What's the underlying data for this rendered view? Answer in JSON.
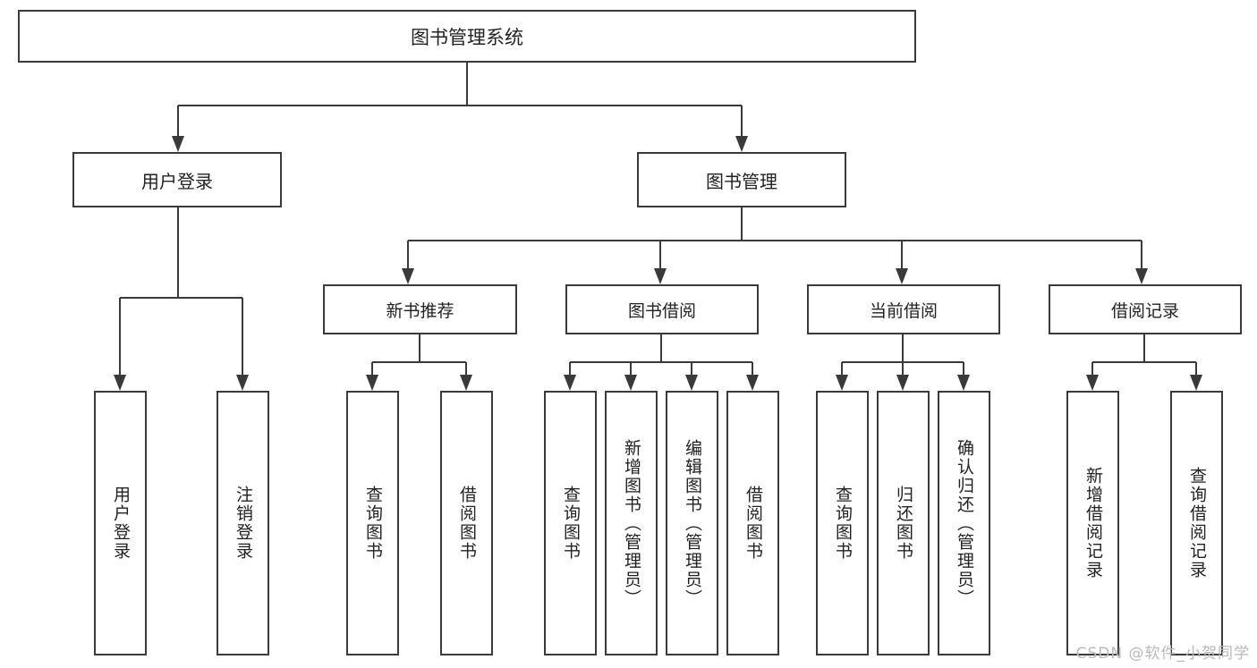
{
  "diagram": {
    "title": "图书管理系统",
    "type": "hierarchy-tree",
    "root": {
      "label": "图书管理系统"
    },
    "level1": [
      {
        "label": "用户登录"
      },
      {
        "label": "图书管理"
      }
    ],
    "level2": [
      {
        "label": "新书推荐"
      },
      {
        "label": "图书借阅"
      },
      {
        "label": "当前借阅"
      },
      {
        "label": "借阅记录"
      }
    ],
    "leaves": {
      "user_login": [
        {
          "label": "用户登录"
        },
        {
          "label": "注销登录"
        }
      ],
      "new_book_recommend": [
        {
          "label": "查询图书"
        },
        {
          "label": "借阅图书"
        }
      ],
      "book_borrow": [
        {
          "label": "查询图书"
        },
        {
          "label": "新增图书（管理员）"
        },
        {
          "label": "编辑图书（管理员）"
        },
        {
          "label": "借阅图书"
        }
      ],
      "current_borrow": [
        {
          "label": "查询图书"
        },
        {
          "label": "归还图书"
        },
        {
          "label": "确认归还（管理员）"
        }
      ],
      "borrow_record": [
        {
          "label": "新增借阅记录"
        },
        {
          "label": "查询借阅记录"
        }
      ]
    }
  },
  "watermark": {
    "text": "CSDN @软件_小贺同学"
  },
  "colors": {
    "border": "#3a3a3a",
    "text": "#222222",
    "background": "#ffffff",
    "watermark": "#b9b9b9"
  }
}
